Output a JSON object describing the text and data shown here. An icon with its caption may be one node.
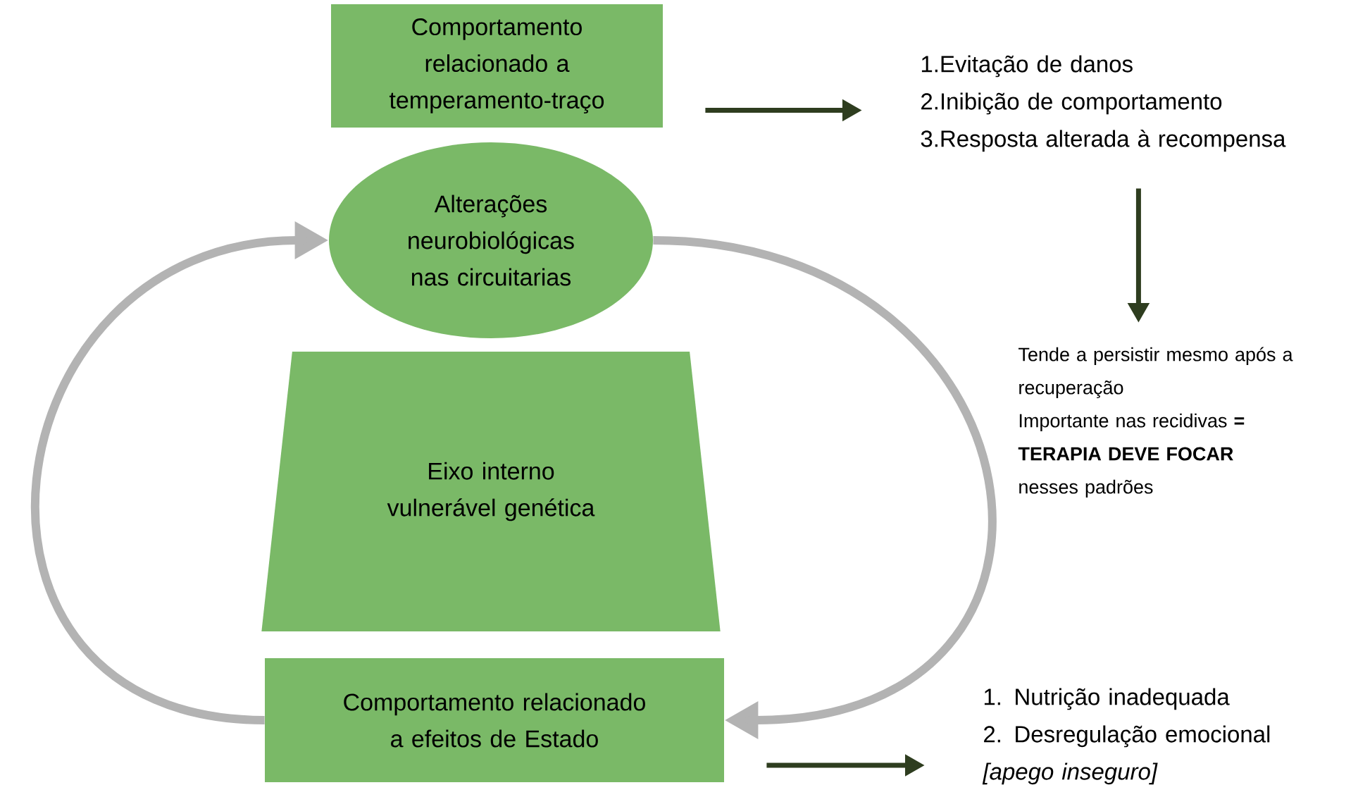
{
  "diagram": {
    "nodes": [
      {
        "text": [
          "Comportamento relacionado a temperamento-traço"
        ]
      },
      {
        "text": [
          "Alterações neurobiológicas nas circuitarias"
        ]
      },
      {
        "text": [
          "Eixo interno vulnerável genética"
        ]
      },
      {
        "text": [
          "Comportamento relacionado a efeitos de Estado"
        ]
      },
      {
        "text": [
          "1.Evitação de danos",
          "2.Inibição de comportamento",
          "3.Resposta alterada à recompensa"
        ]
      },
      {
        "text": [
          "Tende a persistir mesmo após a recuperação",
          "Importante nas recidivas **= TERAPIA DEVE FOCAR** nesses padrões"
        ]
      },
      {
        "text": [
          "1. Nutrição inadequada",
          "2. Desregulação emocional",
          "[apego inseguro]"
        ]
      }
    ],
    "edges": [
      {
        "from": 0,
        "to": 4,
        "arrow": "to"
      },
      {
        "from": 4,
        "to": 5,
        "arrow": "to"
      },
      {
        "from": 3,
        "to": 6,
        "arrow": "to"
      },
      {
        "from": 3,
        "to": 1,
        "arrow": "to",
        "color": "#b3b3b3"
      },
      {
        "from": 1,
        "to": 3,
        "arrow": "to",
        "color": "#b3b3b3"
      }
    ]
  }
}
